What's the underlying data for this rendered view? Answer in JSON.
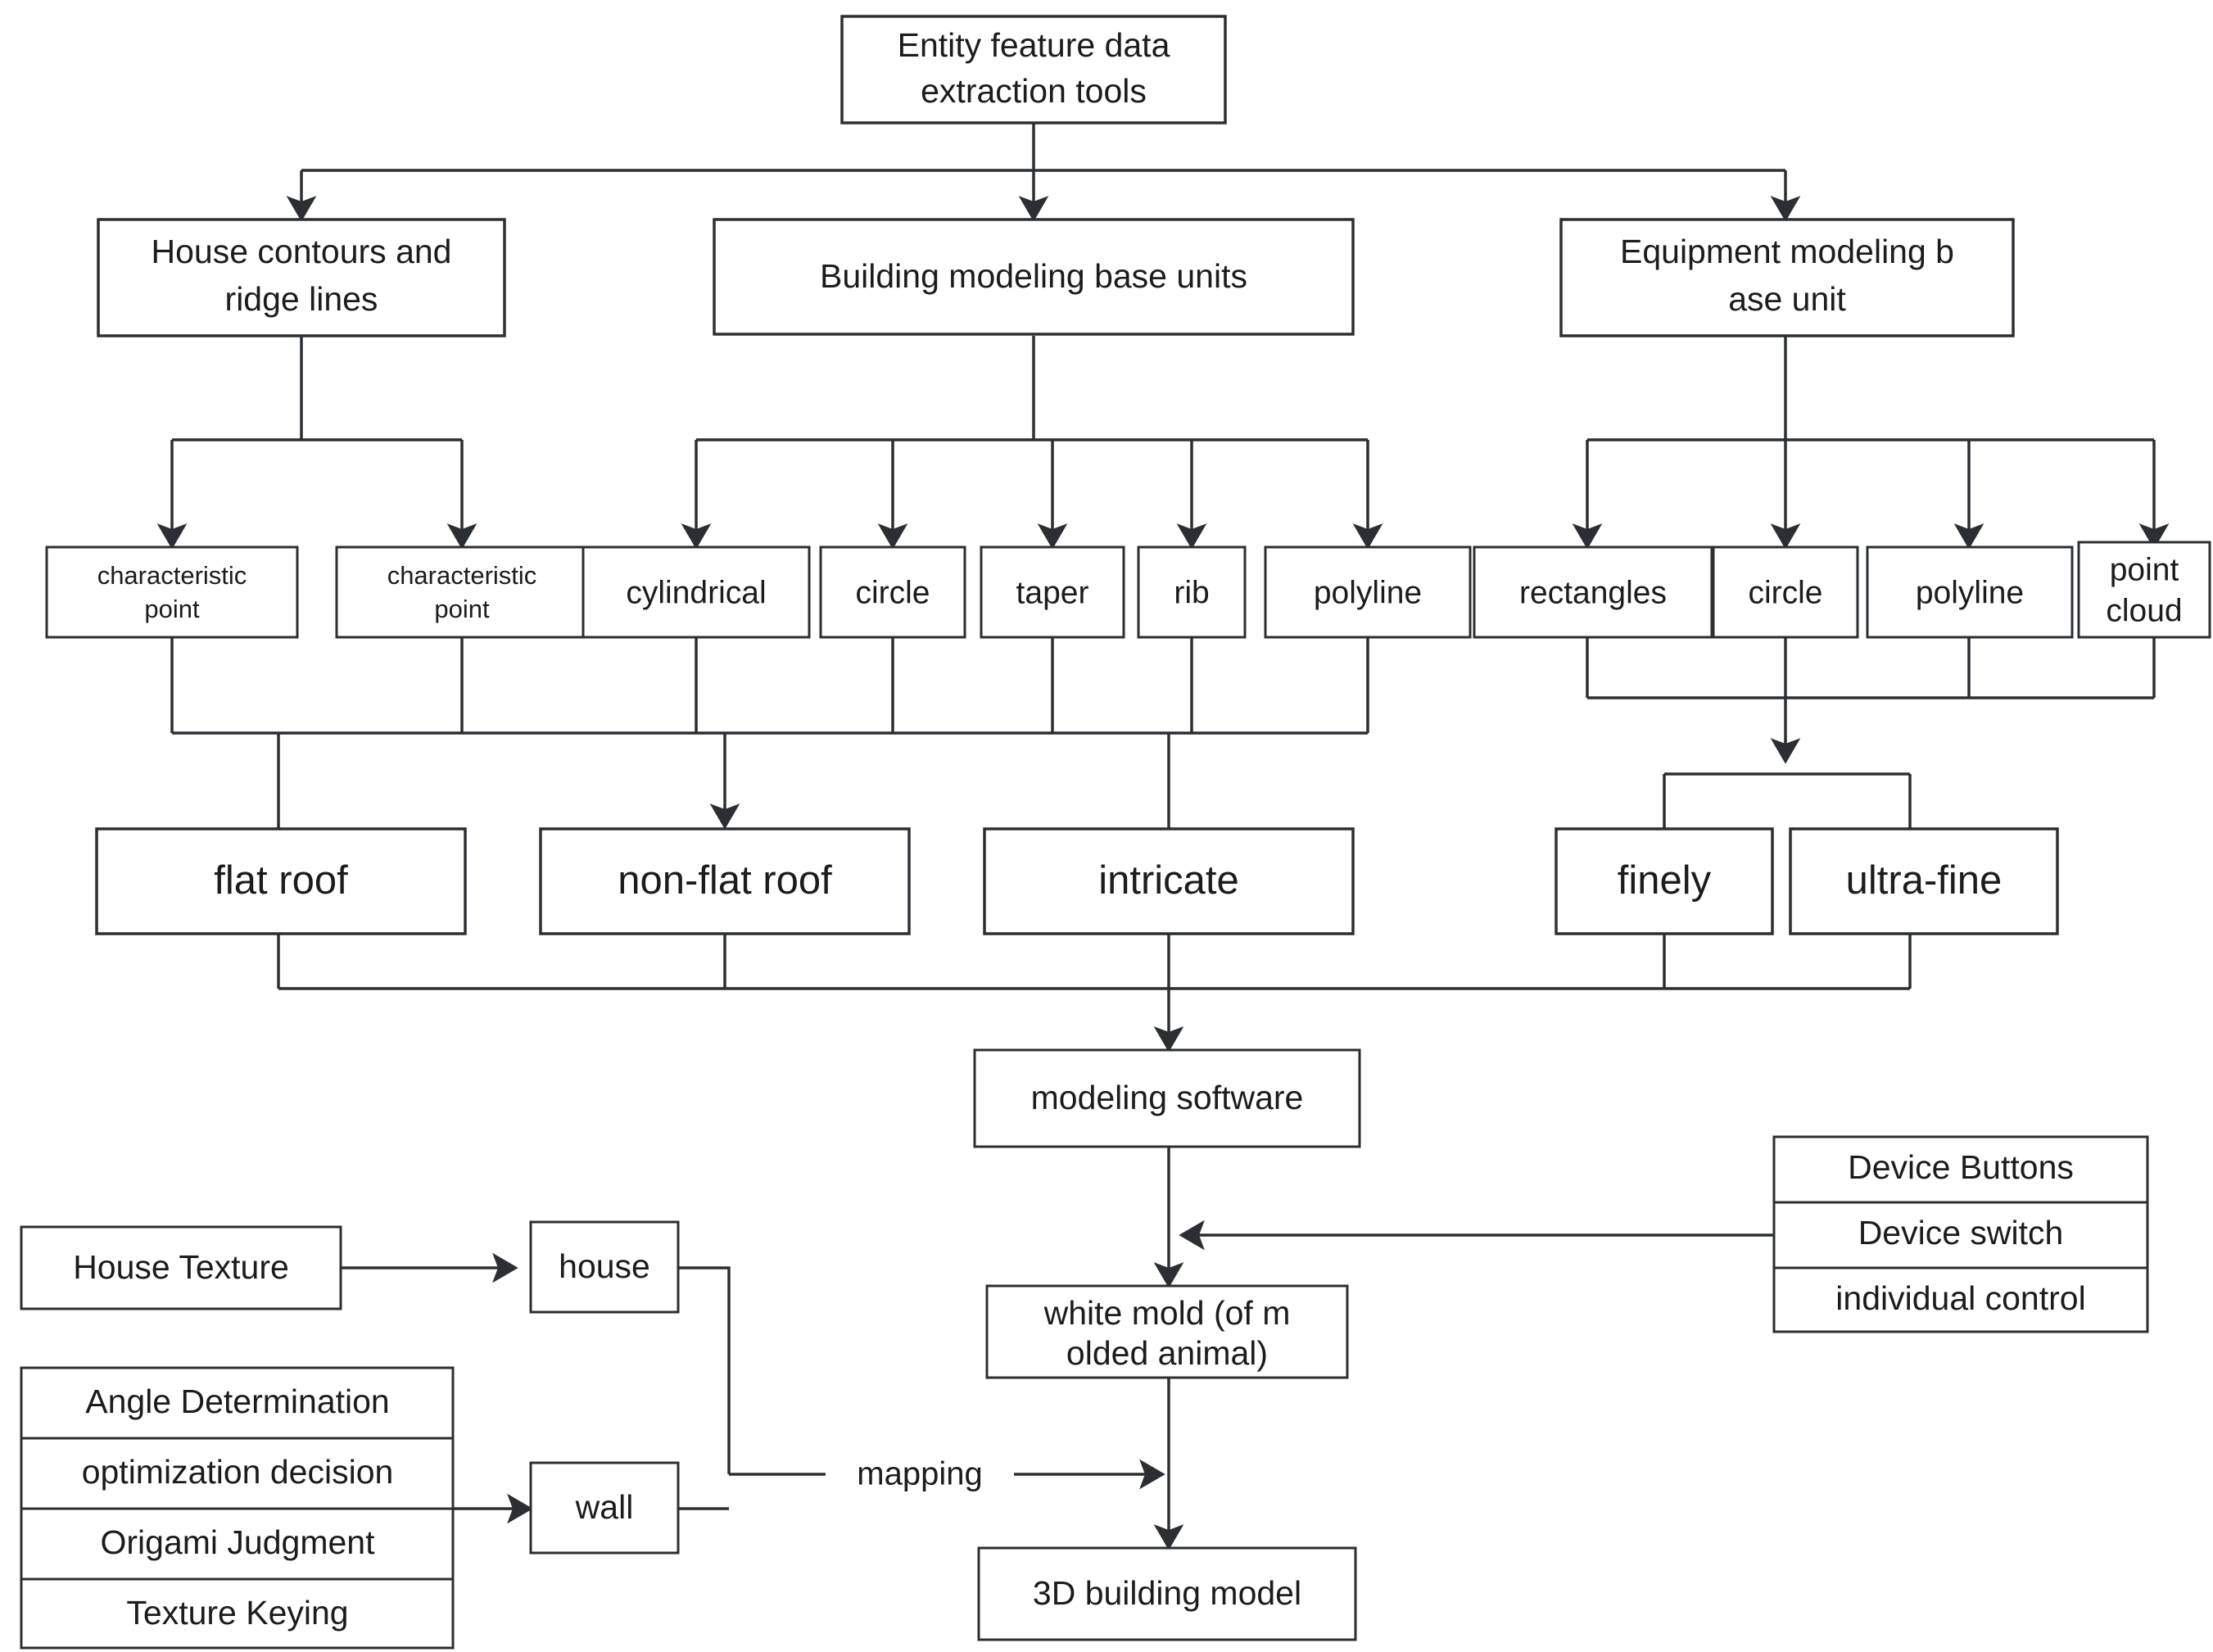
{
  "diagram": {
    "title": "Entity feature data extraction tools pipeline",
    "colors": {
      "stroke": "#2b2f33",
      "fill": "#ffffff",
      "text": "#1c1c1c"
    },
    "root": {
      "label": "Entity feature data\nextraction tools",
      "line1": "Entity feature data",
      "line2": "extraction tools"
    },
    "level2": [
      {
        "id": "house-contours",
        "line1": "House contours and",
        "line2": "ridge lines"
      },
      {
        "id": "building-base-units",
        "line1": "Building modeling base units",
        "line2": ""
      },
      {
        "id": "equipment-base-unit",
        "line1": "Equipment modeling b",
        "line2": "ase unit"
      }
    ],
    "level3": [
      {
        "id": "characteristic-point-1",
        "line1": "characteristic",
        "line2": "point"
      },
      {
        "id": "characteristic-point-2",
        "line1": "characteristic",
        "line2": "point"
      },
      {
        "id": "cylindrical",
        "line1": "cylindrical",
        "line2": ""
      },
      {
        "id": "circle-building",
        "line1": "circle",
        "line2": ""
      },
      {
        "id": "taper",
        "line1": "taper",
        "line2": ""
      },
      {
        "id": "rib",
        "line1": "rib",
        "line2": ""
      },
      {
        "id": "polyline-building",
        "line1": "polyline",
        "line2": ""
      },
      {
        "id": "rectangles",
        "line1": "rectangles",
        "line2": ""
      },
      {
        "id": "circle-equipment",
        "line1": "circle",
        "line2": ""
      },
      {
        "id": "polyline-equipment",
        "line1": "polyline",
        "line2": ""
      },
      {
        "id": "point-cloud",
        "line1": "point",
        "line2": "cloud"
      }
    ],
    "level4": [
      {
        "id": "flat-roof",
        "label": "flat roof"
      },
      {
        "id": "non-flat-roof",
        "label": "non-flat roof"
      },
      {
        "id": "intricate",
        "label": "intricate"
      },
      {
        "id": "finely",
        "label": "finely"
      },
      {
        "id": "ultra-fine",
        "label": "ultra-fine"
      }
    ],
    "pipeline": {
      "modeling_software": "modeling software",
      "white_mold_line1": "white mold (of m",
      "white_mold_line2": "olded animal)",
      "building_model": "3D building model"
    },
    "device_stack": [
      {
        "id": "device-buttons",
        "label": "Device Buttons"
      },
      {
        "id": "device-switch",
        "label": "Device switch"
      },
      {
        "id": "individual-control",
        "label": "individual control"
      }
    ],
    "texture": {
      "house_texture": "House Texture",
      "house": "house",
      "wall": "wall"
    },
    "decision_stack": [
      {
        "id": "angle-determination",
        "label": "Angle Determination"
      },
      {
        "id": "optimization-decision",
        "label": "optimization decision"
      },
      {
        "id": "origami-judgment",
        "label": "Origami Judgment"
      },
      {
        "id": "texture-keying",
        "label": "Texture Keying"
      }
    ],
    "edges": {
      "mapping": "mapping"
    }
  }
}
